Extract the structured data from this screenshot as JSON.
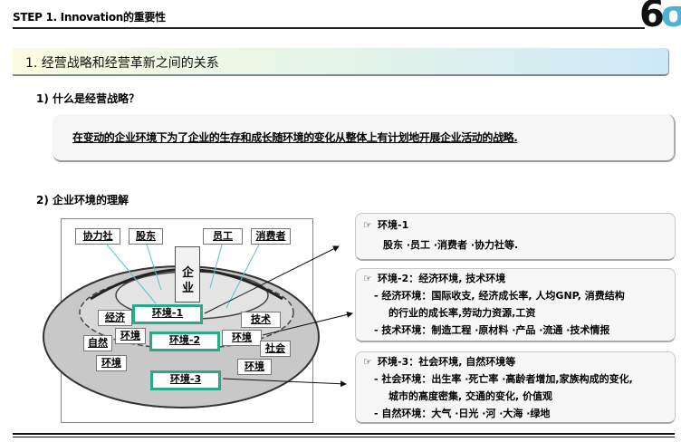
{
  "header": {
    "step_title": "STEP 1. Innovation的重要性",
    "logo_main": "6",
    "logo_accent": "σ",
    "logo_accent_color": "#4fb3d0"
  },
  "section": {
    "title": "1. 经营战略和经营革新之间的关系"
  },
  "q1": {
    "heading": "1) 什么是经营战略？",
    "definition": "在变动的企业环境下为了企业的生存和成长随环境的变化从整体上有计划地开展企业活动的战略."
  },
  "q2": {
    "heading": "2) 企业环境的理解"
  },
  "diagram": {
    "stakeholders": [
      "协力社",
      "股东",
      "员工",
      "消费者"
    ],
    "company": "企业",
    "env_labels": [
      "环境-1",
      "环境-2",
      "环境-3"
    ],
    "factor_labels": {
      "economy": "经济",
      "economy_env": "环境",
      "nature": "自然",
      "nature_env": "环境",
      "tech": "技术",
      "tech_env": "环境",
      "society": "社会",
      "society_env": "环境"
    },
    "env_border_color": "#2aa88a"
  },
  "info_boxes": [
    {
      "icon": "pointing-hand-icon",
      "title": "环境-1",
      "lines": [
        "股东 ·员工 ·消费者 ·协力社等."
      ]
    },
    {
      "icon": "pointing-hand-icon",
      "title": "环境-2：经济环境, 技术环境",
      "lines": [
        "- 经济环境：国际收支, 经济成长率, 人均GNP, 消费结构",
        "的行业的成长率,劳动力资源,工资",
        "- 技术环境：制造工程 ·原材料 ·产品 ·流通 ·技术情报"
      ]
    },
    {
      "icon": "pointing-hand-icon",
      "title": "环境-3：社会环境, 自然环境等",
      "lines": [
        "- 社会环境：出生率 ·死亡率 ·高龄者增加,家族构成的变化,",
        "城市的高度密集, 交通的变化, 价值观",
        "- 自然环境：大气 ·日光 ·河 ·大海 ·绿地"
      ]
    }
  ]
}
